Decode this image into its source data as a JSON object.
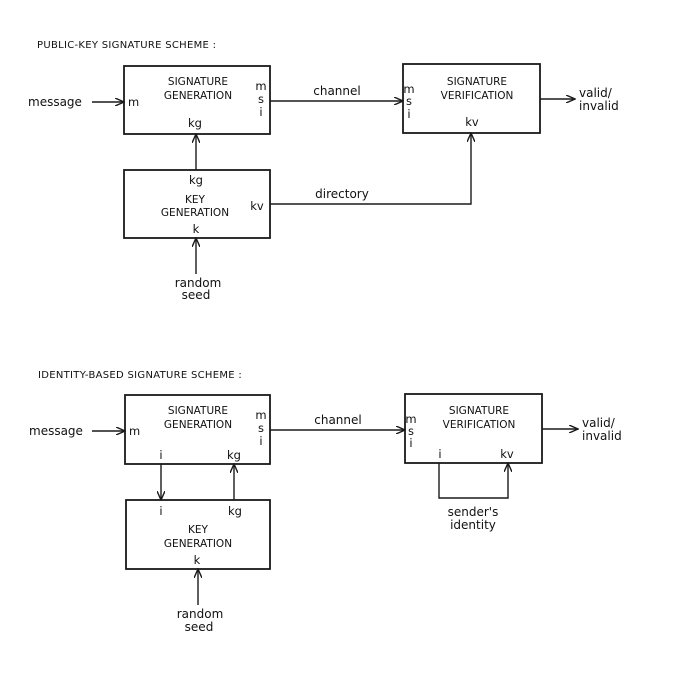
{
  "public_key_scheme": {
    "title": "PUBLIC-KEY SIGNATURE SCHEME :",
    "signature_generation": {
      "label_line1": "SIGNATURE",
      "label_line2": "GENERATION",
      "port_m_in": "m",
      "port_out_m": "m",
      "port_out_s": "s",
      "port_out_i": "i",
      "port_kg": "kg"
    },
    "key_generation": {
      "label_line1": "KEY",
      "label_line2": "GENERATION",
      "port_kg": "kg",
      "port_kv": "kv",
      "port_k": "k"
    },
    "signature_verification": {
      "label_line1": "SIGNATURE",
      "label_line2": "VERIFICATION",
      "port_in_m": "m",
      "port_in_s": "s",
      "port_in_i": "i",
      "port_kv": "kv"
    },
    "input_message": "message",
    "channel": "channel",
    "directory": "directory",
    "output_line1": "valid/",
    "output_line2": "invalid",
    "seed_line1": "random",
    "seed_line2": "seed"
  },
  "identity_based_scheme": {
    "title": "IDENTITY-BASED SIGNATURE SCHEME :",
    "signature_generation": {
      "label_line1": "SIGNATURE",
      "label_line2": "GENERATION",
      "port_m_in": "m",
      "port_out_m": "m",
      "port_out_s": "s",
      "port_out_i": "i",
      "port_i": "i",
      "port_kg": "kg"
    },
    "key_generation": {
      "label_line1": "KEY",
      "label_line2": "GENERATION",
      "port_i": "i",
      "port_kg": "kg",
      "port_k": "k"
    },
    "signature_verification": {
      "label_line1": "SIGNATURE",
      "label_line2": "VERIFICATION",
      "port_in_m": "m",
      "port_in_s": "s",
      "port_in_i": "i",
      "port_i": "i",
      "port_kv": "kv"
    },
    "input_message": "message",
    "channel": "channel",
    "identity_line1": "sender's",
    "identity_line2": "identity",
    "output_line1": "valid/",
    "output_line2": "invalid",
    "seed_line1": "random",
    "seed_line2": "seed"
  }
}
